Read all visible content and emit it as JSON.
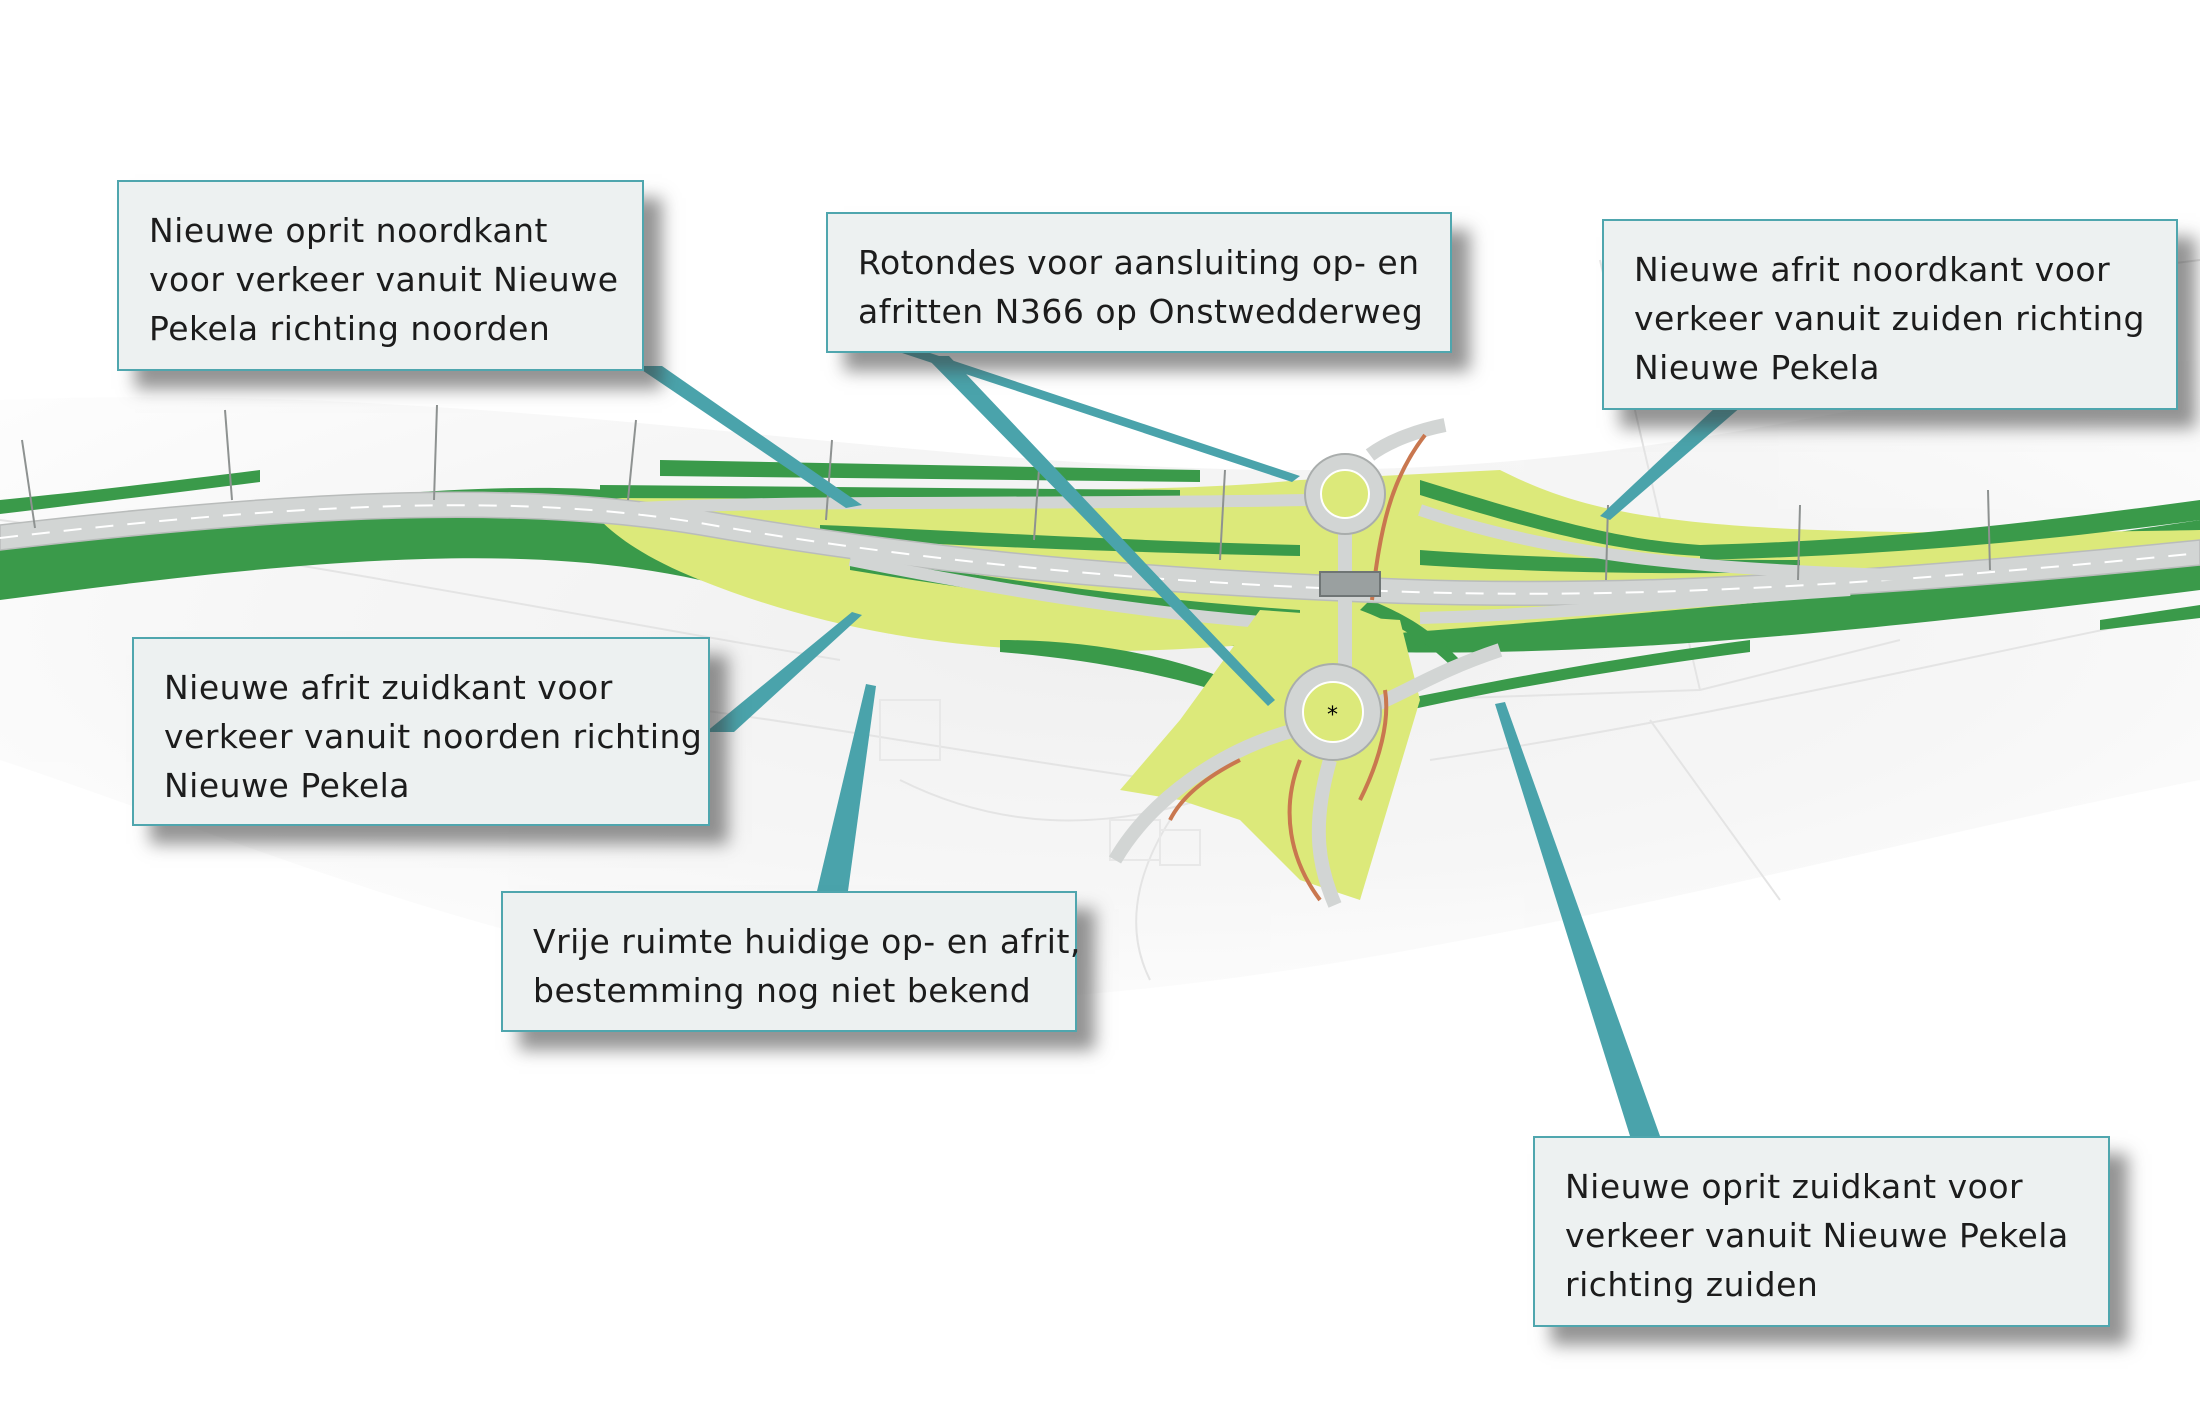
{
  "colors": {
    "accent_teal": "#4aa3ab",
    "grass_light": "#dce97a",
    "planting_dark": "#3a9a4a",
    "road_gray": "#d2d5d4",
    "cycle_path": "#c9774f",
    "box_fill": "#edf1f1"
  },
  "callouts": [
    {
      "id": "oprit-noordkant",
      "lines": [
        "Nieuwe oprit noordkant",
        "voor verkeer vanuit Nieuwe",
        "Pekela richting noorden"
      ]
    },
    {
      "id": "rotondes",
      "lines": [
        "Rotondes voor aansluiting op- en",
        "afritten N366 op Onstwedderweg"
      ]
    },
    {
      "id": "afrit-noordkant",
      "lines": [
        "Nieuwe afrit noordkant voor",
        "verkeer vanuit zuiden richting",
        "Nieuwe Pekela"
      ]
    },
    {
      "id": "afrit-zuidkant",
      "lines": [
        "Nieuwe afrit zuidkant voor",
        "verkeer vanuit noorden richting",
        "Nieuwe Pekela"
      ]
    },
    {
      "id": "vrije-ruimte",
      "lines": [
        "Vrije ruimte huidige op- en afrit,",
        "bestemming nog niet bekend"
      ]
    },
    {
      "id": "oprit-zuidkant",
      "lines": [
        "Nieuwe oprit zuidkant voor",
        "verkeer vanuit Nieuwe Pekela",
        "richting zuiden"
      ]
    }
  ],
  "map": {
    "roundabout_marker": "*"
  }
}
